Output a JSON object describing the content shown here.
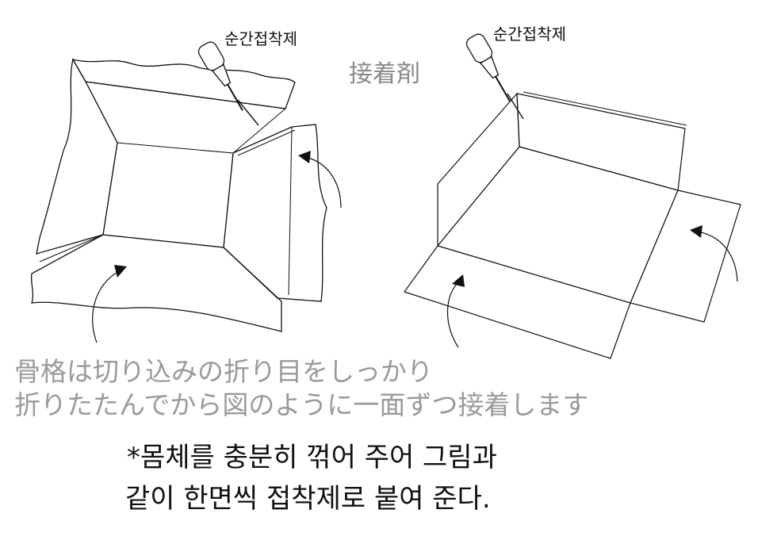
{
  "labels": {
    "left_glue_ko": "순간접착제",
    "right_glue_ko": "순간접착제",
    "glue_jp": "接着剤"
  },
  "caption_jp": {
    "line1": "骨格は切り込みの折り目をしっかり",
    "line2": "折りたたんでから図のように一面ずつ接着します"
  },
  "caption_ko": {
    "line1": "*몸체를 충분히 꺾어 주어 그림과",
    "line2": "같이 한면씩 접착제로 붙여 준다."
  },
  "icons": {
    "glue_bottle": "glue-bottle-icon",
    "fold_arrow": "curved-arrow-icon"
  },
  "colors": {
    "line": "#111111",
    "japanese_text": "#9a9a9a",
    "korean_text": "#111111"
  }
}
